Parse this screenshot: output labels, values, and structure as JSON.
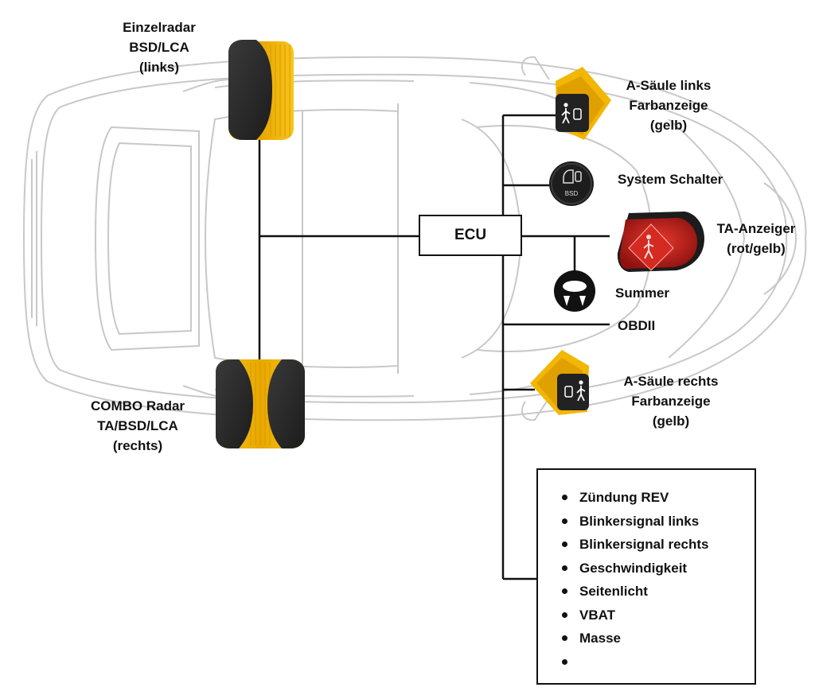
{
  "labels": {
    "radar_left": [
      "Einzelradar",
      "BSD/LCA",
      "(links)"
    ],
    "radar_right": [
      "COMBO Radar",
      "TA/BSD/LCA",
      "(rechts)"
    ],
    "a_pillar_left": [
      "A-Säule links",
      "Farbanzeige",
      "(gelb)"
    ],
    "system_switch": "System Schalter",
    "ta_indicator": [
      "TA-Anzeiger",
      "(rot/gelb)"
    ],
    "buzzer": "Summer",
    "obd": "OBDII",
    "a_pillar_right": [
      "A-Säule rechts",
      "Farbanzeige",
      "(gelb)"
    ],
    "ecu": "ECU"
  },
  "switch_icon_text": "BSD",
  "signals": [
    "Zündung REV",
    "Blinkersignal links",
    "Blinkersignal rechts",
    "Geschwindigkeit",
    "Seitenlicht",
    "VBAT",
    "Masse",
    ""
  ],
  "colors": {
    "car_outline": "#c8c8c8",
    "radar_yellow": "#f2b705",
    "radar_dark": "#2b2b2b",
    "indicator_red": "#c8211b",
    "wire": "#111111"
  }
}
